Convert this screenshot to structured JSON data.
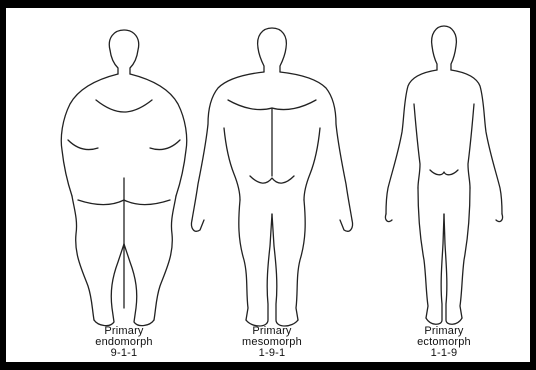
{
  "figures": [
    {
      "type": "Primary",
      "name": "endomorph",
      "rating": "9-1-1"
    },
    {
      "type": "Primary",
      "name": "mesomorph",
      "rating": "1-9-1"
    },
    {
      "type": "Primary",
      "name": "ectomorph",
      "rating": "1-1-9"
    }
  ],
  "colors": {
    "frame": "#000000",
    "background": "#ffffff",
    "line": "#222222"
  }
}
